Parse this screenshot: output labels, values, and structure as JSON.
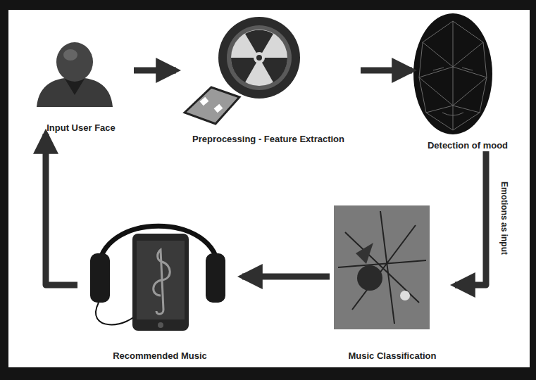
{
  "diagram": {
    "nodes": [
      {
        "text": [
          "Input User Face"
        ]
      },
      {
        "text": [
          "Preprocessing - Feature Extraction"
        ]
      },
      {
        "text": [
          "Detection of mood"
        ]
      },
      {
        "text": [
          "Music Classification"
        ]
      },
      {
        "text": [
          "Recommended Music"
        ]
      }
    ],
    "edges": [
      {
        "from": 0,
        "to": 1,
        "arrow": "to"
      },
      {
        "from": 1,
        "to": 2,
        "arrow": "to"
      },
      {
        "from": 2,
        "to": 3,
        "label": "Emotions as input",
        "arrow": "to"
      },
      {
        "from": 3,
        "to": 4,
        "arrow": "to"
      },
      {
        "from": 4,
        "to": 0,
        "arrow": "to"
      }
    ]
  }
}
